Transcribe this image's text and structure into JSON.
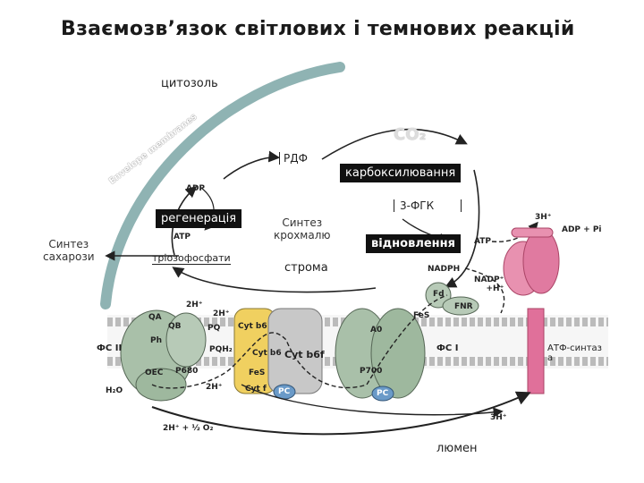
{
  "title": "Взаємозв’язок світлових і темнових реакцій",
  "labels": {
    "cytosol": "цитозоль",
    "envelope": "Envelope membranes",
    "rdf": "РДФ",
    "co2": "CO₂",
    "carboxylation": "карбоксилювання",
    "adp_left": "ADP",
    "regeneration": "регенерація",
    "atp_left": "ATP",
    "starch_synth": "Синтез\nкрохмалю",
    "pga": "3-ФГК",
    "reduction": "відновлення",
    "sucrose_synth": "Синтез\nсахарози",
    "triose": "тріозофосфати",
    "stroma": "строма",
    "lumen": "люмен",
    "ps2": "ФС II",
    "ps1": "ФС I",
    "atp_synthase": "АТФ-синтаз\nа",
    "atp_right": "ATP",
    "adp_pi": "ADP + Pi",
    "nadph": "NADPH",
    "nadp": "NADP⁺\n+H⁺",
    "fd": "Fd",
    "fnr": "FNR",
    "fes_top": "FeS",
    "h3_top": "3H⁺",
    "h3_bottom": "3H⁺",
    "h2_top": "2H⁺",
    "h2_mid": "2H⁺",
    "h2_bottom": "2H⁺",
    "h2o": "H₂O",
    "water_split": "2H⁺ + ½ O₂",
    "qa": "QA",
    "qb": "QB",
    "ph": "Ph",
    "p680": "P680",
    "oec": "OEC",
    "pq": "PQ",
    "pqh2": "PQH₂",
    "cytb6_1": "Cyt b6",
    "cytb6_2": "Cyt b6",
    "cytb6f": "Cyt b6f",
    "fes": "FeS",
    "cytf": "Cyt f",
    "pc1": "PC",
    "pc2": "PC",
    "a0": "A0",
    "p700": "P700"
  },
  "colors": {
    "envelope": "#8fb3b3",
    "membrane_head": "#b8b8b8",
    "ps_green": "#9eb89e",
    "cyt_yellow": "#f0d060",
    "atp_pink": "#e0709a",
    "pc_blue": "#6a9ac8"
  }
}
